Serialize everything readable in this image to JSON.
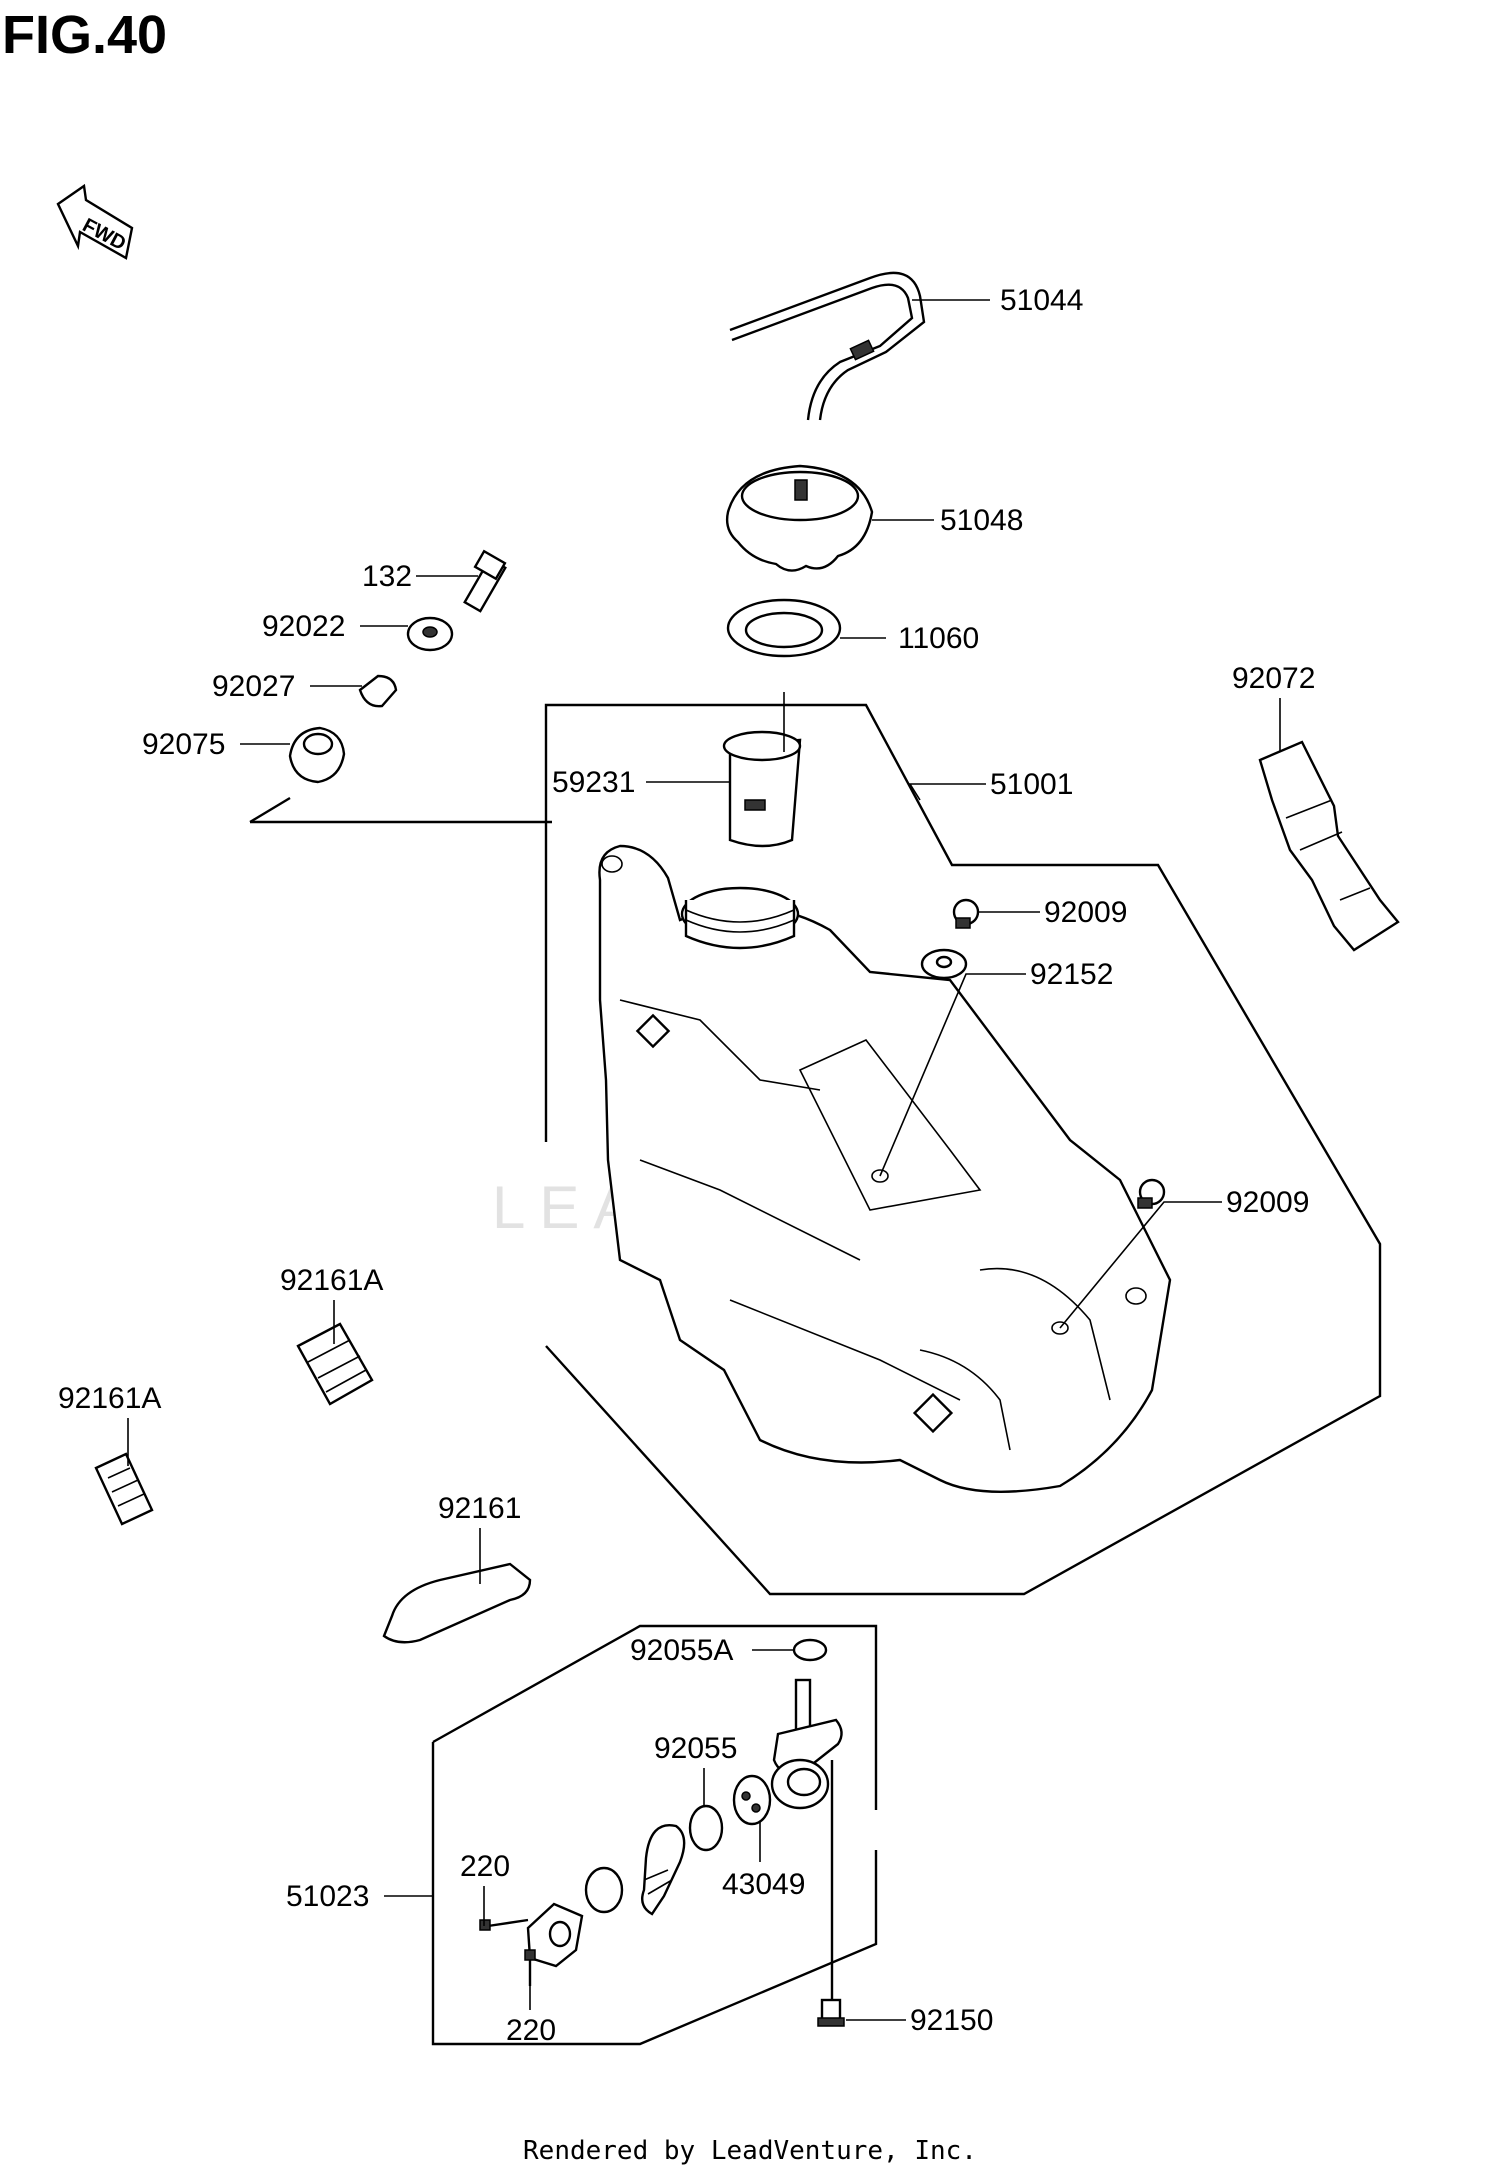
{
  "figure": {
    "title": "FIG.40",
    "direction_badge": "FWD"
  },
  "watermark": "LEADVENTURE",
  "footer": "Rendered by LeadVenture, Inc.",
  "callouts": {
    "p51044": "51044",
    "p51048": "51048",
    "p132": "132",
    "p92022": "92022",
    "p11060": "11060",
    "p92027": "92027",
    "p92072": "92072",
    "p92075": "92075",
    "p59231": "59231",
    "p51001": "51001",
    "p92009a": "92009",
    "p92152": "92152",
    "p92009b": "92009",
    "p92161A_a": "92161A",
    "p92161A_b": "92161A",
    "p92161": "92161",
    "p92055A": "92055A",
    "p92055": "92055",
    "p220a": "220",
    "p43049": "43049",
    "p51023": "51023",
    "p220b": "220",
    "p92150": "92150"
  },
  "icons": {
    "fwd_arrow": "fwd-arrow-icon",
    "fuel_tank": "fuel-tank-icon"
  }
}
